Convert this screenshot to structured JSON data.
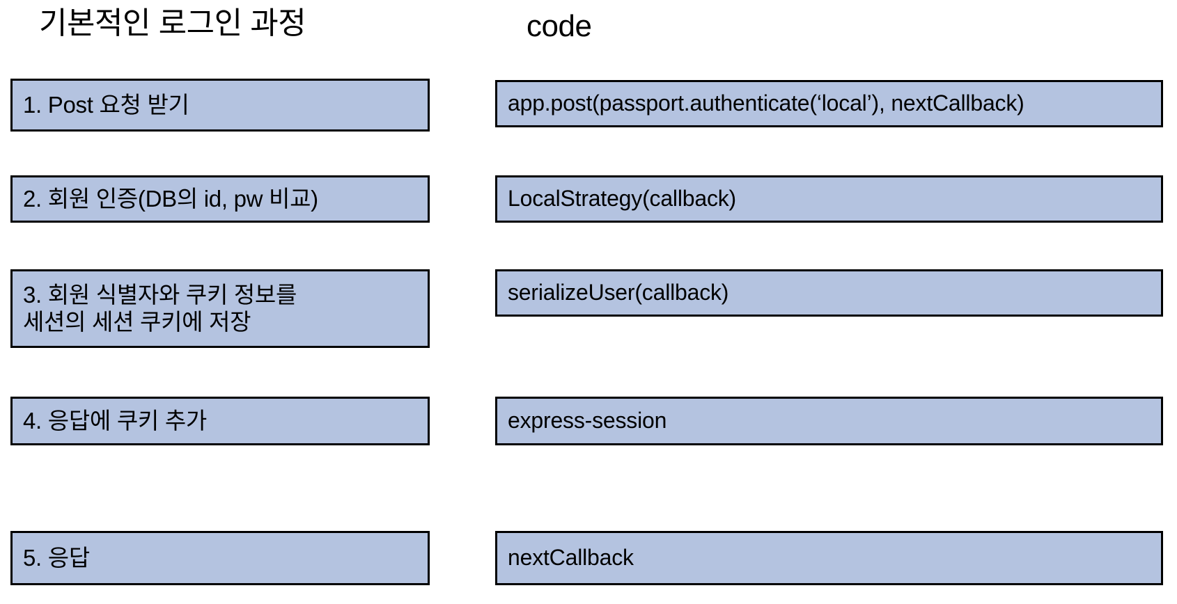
{
  "headings": {
    "left": "기본적인 로그인 과정",
    "right": "code"
  },
  "colors": {
    "box_fill": "#b4c3e0",
    "box_border": "#000000",
    "background": "#ffffff",
    "text": "#000000"
  },
  "steps": [
    {
      "label": "1. Post 요청 받기"
    },
    {
      "label": "2. 회원 인증(DB의 id, pw 비교)"
    },
    {
      "label": "3. 회원 식별자와 쿠키 정보를\n세션의 세션 쿠키에 저장"
    },
    {
      "label": "4. 응답에 쿠키 추가"
    },
    {
      "label": "5. 응답"
    }
  ],
  "code": [
    {
      "label": "app.post(passport.authenticate(‘local’), nextCallback)"
    },
    {
      "label": "LocalStrategy(callback)"
    },
    {
      "label": "serializeUser(callback)"
    },
    {
      "label": "express-session"
    },
    {
      "label": "nextCallback"
    }
  ]
}
